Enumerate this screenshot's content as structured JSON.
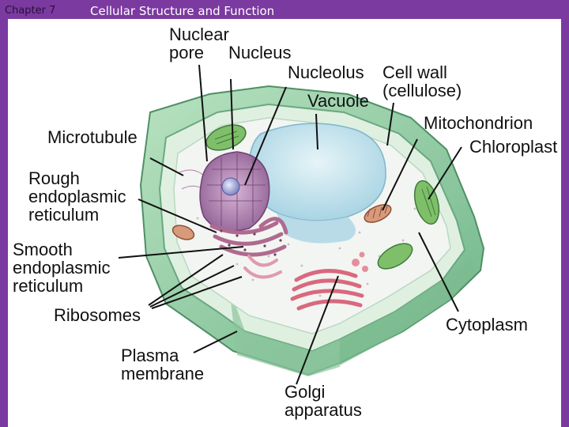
{
  "header": {
    "chapter": "Chapter 7",
    "title": "Cellular Structure and Function"
  },
  "labels": {
    "nuclear_pore": "Nuclear\npore",
    "nucleus": "Nucleus",
    "nucleolus": "Nucleolus",
    "cell_wall": "Cell wall\n(cellulose)",
    "vacuole": "Vacuole",
    "microtubule": "Microtubule",
    "mitochondrion": "Mitochondrion",
    "chloroplast": "Chloroplast",
    "rough_er": "Rough\nendoplasmic\nreticulum",
    "smooth_er": "Smooth\nendoplasmic\nreticulum",
    "ribosomes": "Ribosomes",
    "cytoplasm": "Cytoplasm",
    "plasma_membrane": "Plasma\nmembrane",
    "golgi": "Golgi\napparatus"
  },
  "colors": {
    "header_bg": "#7b3aa0",
    "cell_wall": "#8fc9a0",
    "cytoplasm": "#f2f4f1",
    "vacuole": "#bfe0ec",
    "nucleus": "#b98ab8",
    "golgi": "#e58e9c",
    "chloroplast": "#7fbf6a"
  }
}
